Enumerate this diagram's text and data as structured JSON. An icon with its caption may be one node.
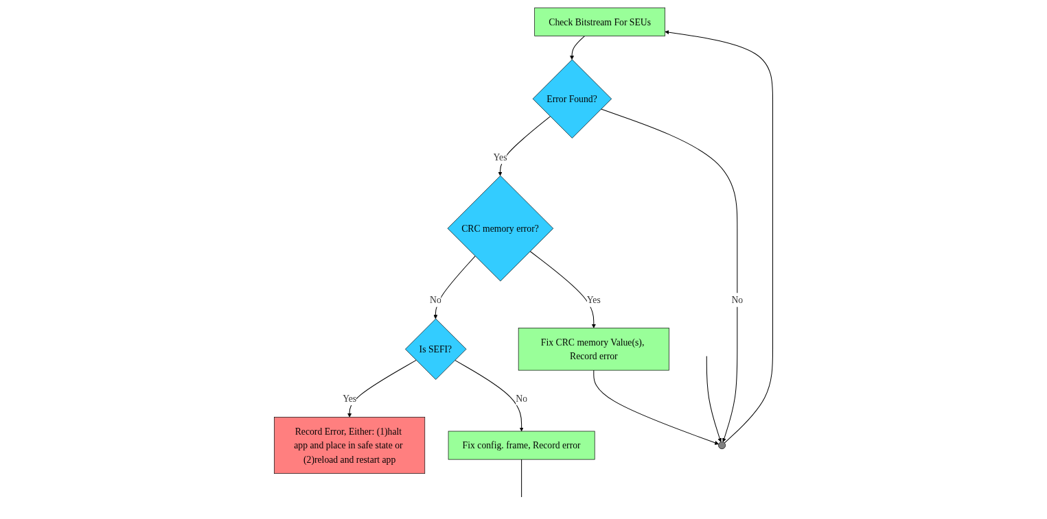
{
  "diagram": {
    "nodes": [
      {
        "text": [
          "Check Bitstream For SEUs"
        ]
      },
      {
        "text": [
          "Error Found?"
        ]
      },
      {
        "text": [
          "CRC memory error?"
        ]
      },
      {
        "text": [
          "Is SEFI?"
        ]
      },
      {
        "text": [
          "Record Error, Either: (1)halt app and place in safe state or (2)reload and restart app"
        ]
      },
      {
        "text": [
          "Fix CRC memory Value(s), Record error"
        ]
      },
      {
        "text": [
          "Fix config. frame, Record error"
        ]
      },
      {
        "text": [],
        "shape": "circle"
      }
    ],
    "edges": [
      {
        "from": 0,
        "to": 1,
        "arrow": "to"
      },
      {
        "from": 1,
        "to": 2,
        "label": "Yes",
        "arrow": "to"
      },
      {
        "from": 2,
        "to": 3,
        "label": "No",
        "arrow": "to"
      },
      {
        "from": 3,
        "to": 4,
        "label": "Yes",
        "arrow": "to"
      },
      {
        "from": 2,
        "to": 5,
        "label": "Yes",
        "arrow": "to"
      },
      {
        "from": 3,
        "to": 6,
        "label": "No",
        "arrow": "to"
      },
      {
        "from": 1,
        "to": 7,
        "label": "No",
        "arrow": "to"
      },
      {
        "from": 5,
        "to": 7,
        "arrow": "to"
      },
      {
        "from": 7,
        "to": 0,
        "arrow": "to"
      },
      {
        "from": null,
        "to": 7,
        "arrow": "to"
      },
      {
        "from": 6,
        "to": null,
        "arrow": "none"
      }
    ]
  }
}
